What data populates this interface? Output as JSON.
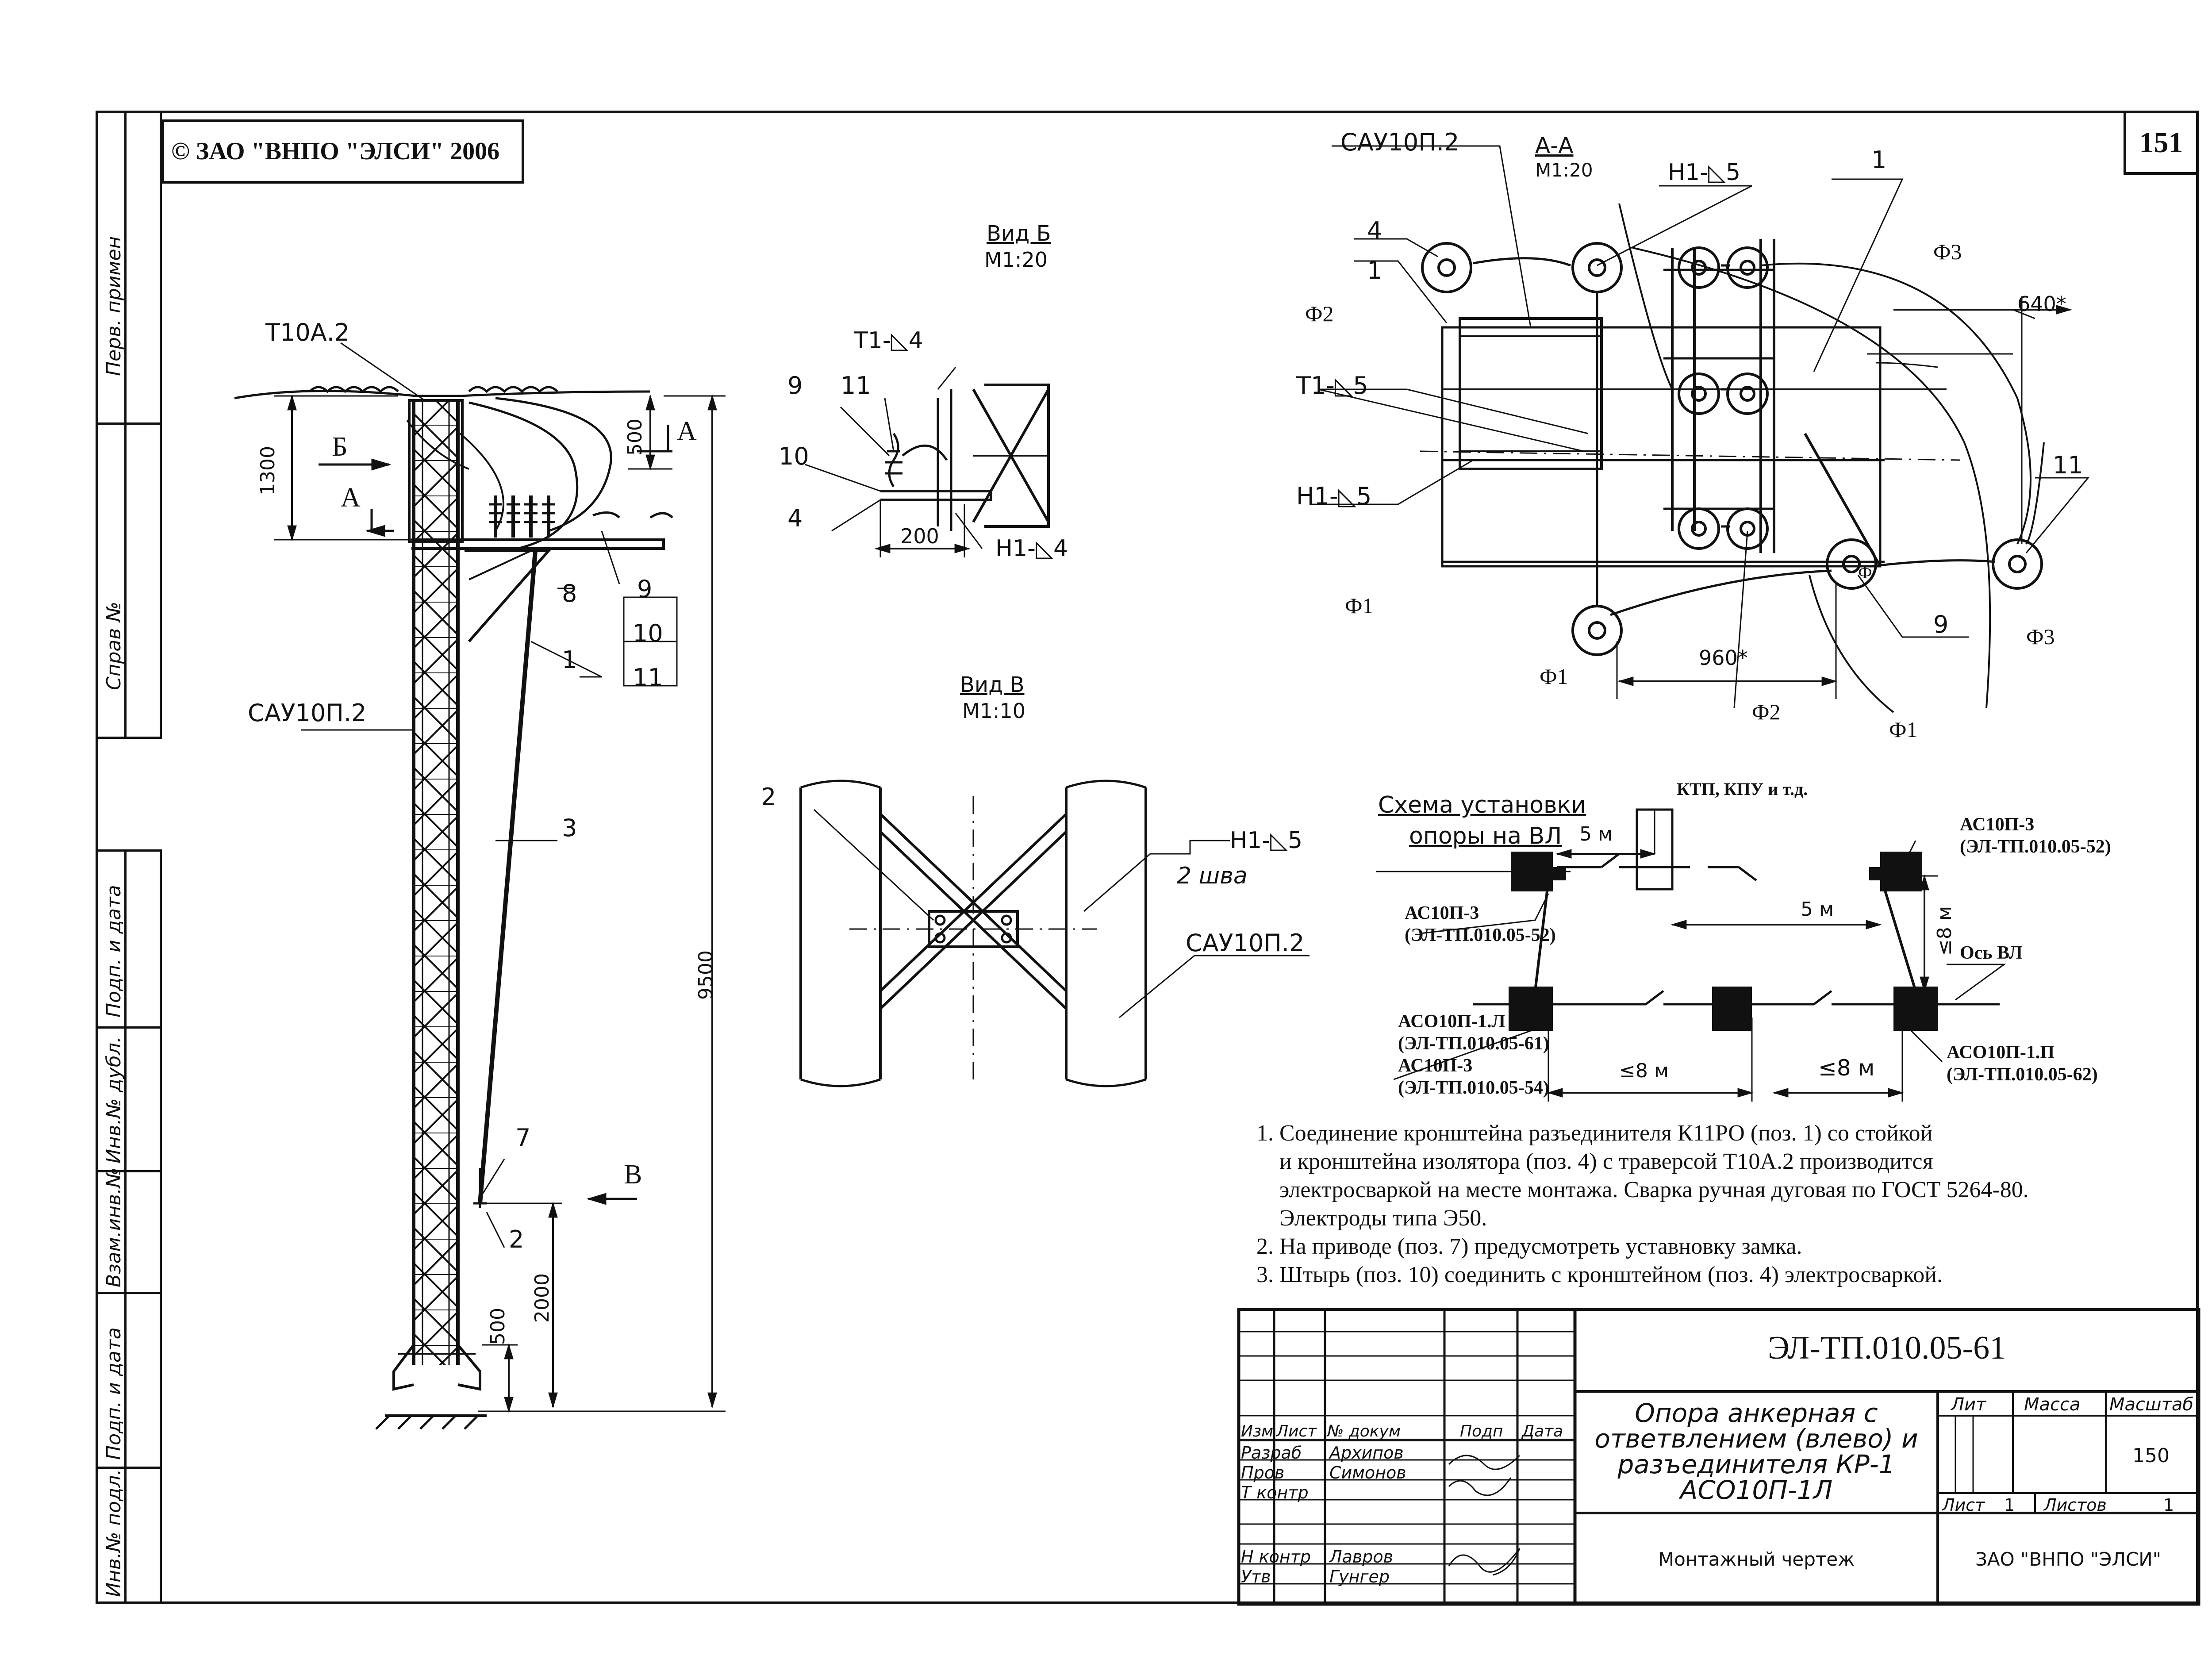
{
  "copyright": "© ЗАО \"ВНПО \"ЭЛСИ\" 2006",
  "page_number": "151",
  "side_stamps": [
    "Перв. примен",
    "Справ №",
    "Подп. и дата",
    "Инв.№ дубл.",
    "Взам.инв.№",
    "Подп. и дата",
    "Инв.№ подл."
  ],
  "elevation": {
    "T10A2": "Т10А.2",
    "SAU": "САУ10П.2",
    "dim_1300": "1300",
    "dim_500_top": "500",
    "dim_9500": "9500",
    "dim_2000": "2000",
    "dim_500_bottom": "500",
    "arrow_B": "Б",
    "arrow_A_left": "А",
    "arrow_A_right": "А",
    "arrow_V": "В",
    "pos_8": "8",
    "pos_9": "9",
    "pos_10": "10",
    "pos_11": "11",
    "pos_1": "1",
    "pos_3": "3",
    "pos_7": "7",
    "pos_2": "2"
  },
  "view_b": {
    "title": "Вид Б",
    "scale": "М1:20",
    "weld_top": "Т1-◺4",
    "weld_bottom": "Н1-◺4",
    "pos_9": "9",
    "pos_11": "11",
    "pos_10": "10",
    "pos_4": "4",
    "dim_200": "200"
  },
  "view_v": {
    "title": "Вид В",
    "scale": "М1:10",
    "pos_2": "2",
    "weld": "Н1-◺5",
    "weld_note": "2 шва",
    "sau": "САУ10П.2"
  },
  "section_aa": {
    "title": "А-А",
    "scale": "М1:20",
    "sau": "САУ10П.2",
    "weld_h1_top": "Н1-◺5",
    "pos_1_top": "1",
    "pos_4": "4",
    "pos_1_left": "1",
    "f2_left": "Ф2",
    "t1": "Т1-◺5",
    "h1": "Н1-◺5",
    "f1_left": "Ф1",
    "f1_bottom": "Ф1",
    "f2_bottom": "Ф2",
    "f1_bottom_right": "Ф1",
    "f3_top": "Ф3",
    "f3_right": "Ф3",
    "dim_640": "640*",
    "dim_960": "960*",
    "pos_11": "11",
    "pos_9": "9",
    "f_small": "Ф"
  },
  "scheme": {
    "title_line1": "Схема установки",
    "title_line2": "опоры на ВЛ",
    "ktp": "КТП, КПУ и т.д.",
    "as10p3_right": "АС10П-3",
    "as10p3_right_code": "(ЭЛ-ТП.010.05-52)",
    "as10p3_left": "АС10П-3",
    "as10p3_left_code": "(ЭЛ-ТП.010.05-52)",
    "dim_5m_top": "5 м",
    "dim_5m_mid": "5 м",
    "dim_8m_vertical": "≤8 м",
    "axis": "Ось ВЛ",
    "aso_l": "АСО10П-1.Л",
    "aso_l_code": "(ЭЛ-ТП.010.05-61)",
    "as10p3_bottom": "АС10П-3",
    "as10p3_bottom_code": "(ЭЛ-ТП.010.05-54)",
    "dim_8m_a": "≤8 м",
    "dim_8m_b": "≤8 м",
    "aso_p": "АСО10П-1.П",
    "aso_p_code": "(ЭЛ-ТП.010.05-62)"
  },
  "notes": [
    "1. Соединение кронштейна разъединителя К11РО (поз. 1)  со стойкой",
    "    и кронштейна изолятора (поз. 4) с траверсой Т10А.2 производится",
    "    электросваркой на месте монтажа. Сварка ручная дуговая по ГОСТ 5264-80.",
    "    Электроды типа Э50.",
    "2. На приводе (поз. 7) предусмотреть уставновку замка.",
    "3. Штырь (поз. 10) соединить с кронштейном (поз. 4) электросваркой."
  ],
  "title_block": {
    "doc_code": "ЭЛ-ТП.010.05-61",
    "title_lines": [
      "Опора анкерная с",
      "ответвлением (влево) и",
      "разъединителя КР-1",
      "АСО10П-1Л"
    ],
    "hdr_izm": "Изм",
    "hdr_list": "Лист",
    "hdr_ndoc": "№ докум",
    "hdr_podp": "Подп",
    "hdr_data": "Дата",
    "razrab": "Разраб",
    "razrab_name": "Архипов",
    "prov": "Пров",
    "prov_name": "Симонов",
    "tkontr": "Т контр",
    "nkontr": "Н контр",
    "nkontr_name": "Лавров",
    "utv": "Утв",
    "utv_name": "Гунгер",
    "lit": "Лит",
    "massa": "Масса",
    "masshtab": "Масштаб",
    "scale_value": "150",
    "list": "Лист",
    "list_value": "1",
    "listov": "Листов",
    "listov_value": "1",
    "doc_type": "Монтажный чертеж",
    "company": "ЗАО \"ВНПО \"ЭЛСИ\""
  }
}
